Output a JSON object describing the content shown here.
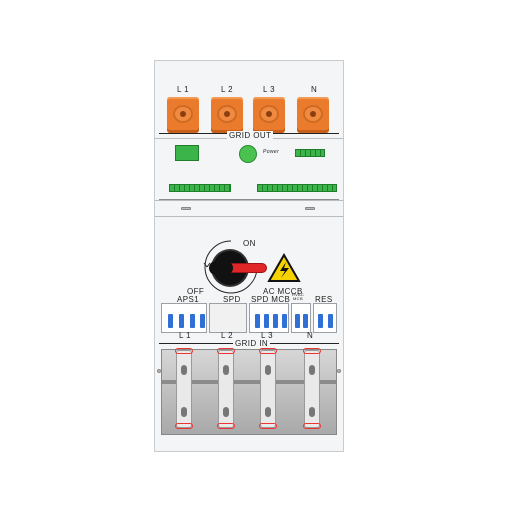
{
  "grid_out": {
    "phase_labels": [
      "L 1",
      "L 2",
      "L 3",
      "N"
    ],
    "title": "GRID OUT"
  },
  "control": {
    "power_label": "Power"
  },
  "switch": {
    "on_label": "ON",
    "off_label": "OFF",
    "name": "AC MCCB"
  },
  "breakers": {
    "labels": [
      "APS1",
      "SPD",
      "SPD MCB",
      "HVAC MCB",
      "RES"
    ]
  },
  "grid_in": {
    "phase_labels": [
      "L 1",
      "L 2",
      "L 3",
      "N"
    ],
    "title": "GRID IN"
  },
  "colors": {
    "orange": "#ea7a2c",
    "green": "#3bb54a",
    "breaker_blue": "#2f6fd6",
    "handle_red": "#e02626",
    "warning_yellow": "#f6d200"
  }
}
